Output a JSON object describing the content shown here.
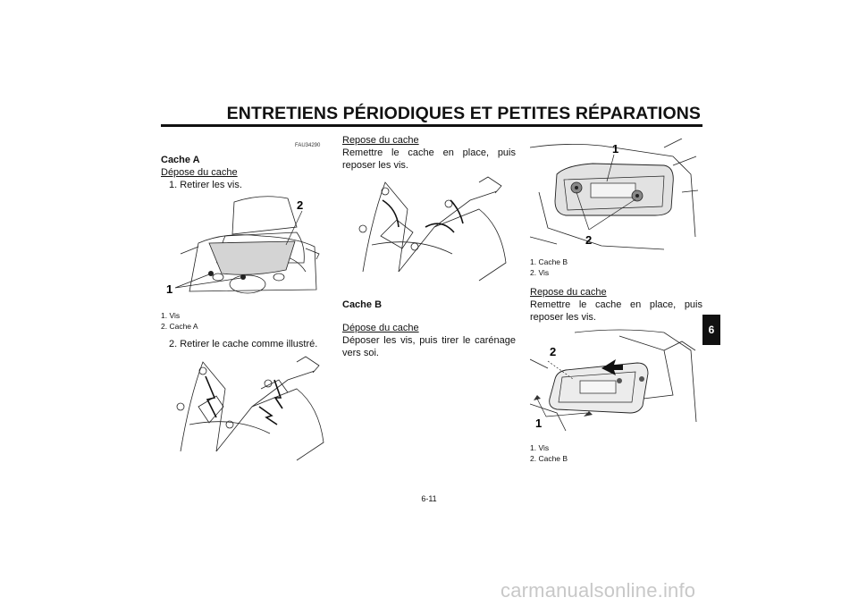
{
  "header": {
    "title": "ENTRETIENS PÉRIODIQUES ET PETITES RÉPARATIONS"
  },
  "section_code": "FAU34290",
  "col1": {
    "heading": "Cache A",
    "subheading": "Dépose du cache",
    "step1": "1. Retirer les vis.",
    "fig1_captions": [
      "1. Vis",
      "2. Cache A"
    ],
    "fig1_callouts": [
      "1",
      "2"
    ],
    "step2": "2. Retirer le cache comme illustré."
  },
  "col2": {
    "subheading": "Repose du cache",
    "text": "Remettre le cache en place, puis reposer les vis.",
    "heading_b": "Cache B",
    "subheading_b": "Dépose du cache",
    "text_b": "Déposer les vis, puis tirer le carénage vers soi."
  },
  "col3": {
    "fig3_callouts": [
      "1",
      "2"
    ],
    "fig3_captions": [
      "1. Cache B",
      "2. Vis"
    ],
    "subheading": "Repose du cache",
    "text": "Remettre le cache en place, puis reposer les vis.",
    "fig4_callouts": [
      "2",
      "1"
    ],
    "fig4_captions": [
      "1. Vis",
      "2. Cache B"
    ]
  },
  "side_tab": "6",
  "page_number": "6-11",
  "watermark": "carmanualsonline.info"
}
